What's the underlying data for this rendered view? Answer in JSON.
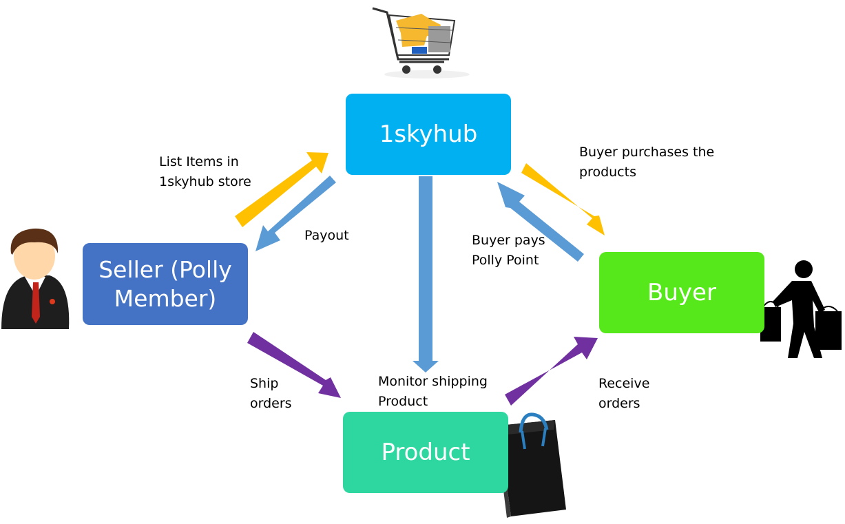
{
  "nodes": {
    "hub": {
      "label": "1skyhub",
      "color": "#00B0F0"
    },
    "seller": {
      "label_line1": "Seller (Polly",
      "label_line2": "Member)",
      "color": "#4472C4"
    },
    "buyer": {
      "label": "Buyer",
      "color": "#57E81B"
    },
    "product": {
      "label": "Product",
      "color": "#2ED6A0"
    }
  },
  "edges": {
    "list_items": {
      "line1": "List Items in",
      "line2": "1skyhub store",
      "color": "#FFC000"
    },
    "payout": {
      "line1": "Payout",
      "color": "#5B9BD5"
    },
    "buyer_purchases": {
      "line1": "Buyer purchases the",
      "line2": "products",
      "color": "#FFC000"
    },
    "buyer_pays": {
      "line1": "Buyer pays",
      "line2": "Polly Point",
      "color": "#5B9BD5"
    },
    "monitor_shipping": {
      "line1": "Monitor shipping",
      "line2": "Product",
      "color": "#5B9BD5"
    },
    "ship_orders": {
      "line1": "Ship",
      "line2": "orders",
      "color": "#7030A0"
    },
    "receive_orders": {
      "line1": "Receive",
      "line2": "orders",
      "color": "#7030A0"
    }
  },
  "icons": {
    "cart": "shopping-cart-icon",
    "seller": "businessman-avatar-icon",
    "buyer": "shopper-silhouette-icon",
    "product": "shopping-bag-icon"
  }
}
